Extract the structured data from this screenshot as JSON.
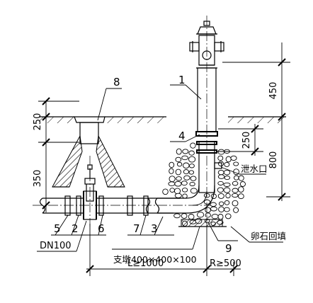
{
  "callouts": {
    "c1": "1",
    "c2": "2",
    "c3": "3",
    "c4": "4",
    "c5": "5",
    "c6": "6",
    "c7": "7",
    "c8": "8",
    "c9": "9"
  },
  "dimensions": {
    "left_top": "250",
    "left_mid": "350",
    "right_top": "450",
    "right_mid": "250",
    "right_total": "800",
    "bottom_L": "L≥1000",
    "bottom_R": "R≥500"
  },
  "labels": {
    "pipe_size": "DN100",
    "support": "支墩400×400×100",
    "drain": "泄水口",
    "backfill": "卵石回填"
  },
  "colors": {
    "line": "#000000",
    "paper": "#ffffff"
  }
}
